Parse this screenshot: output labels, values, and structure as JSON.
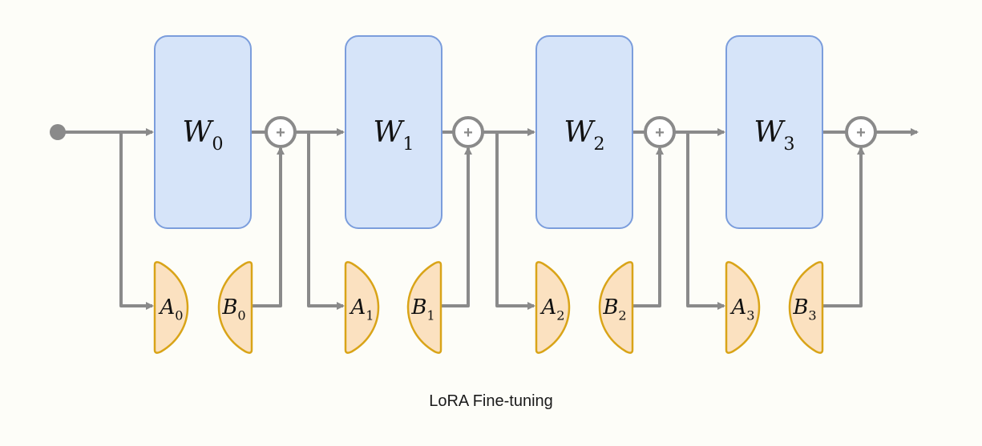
{
  "caption": "LoRA Fine-tuning",
  "colors": {
    "line": "#8a8a8a",
    "weight_fill": "#d6e4f9",
    "weight_stroke": "#7b9ddc",
    "adapter_fill": "#fbe1c0",
    "adapter_stroke": "#d9a418",
    "background": "#fdfdf8"
  },
  "blocks": [
    {
      "weight": {
        "base": "W",
        "sub": "0"
      },
      "adapter_a": {
        "base": "A",
        "sub": "0"
      },
      "adapter_b": {
        "base": "B",
        "sub": "0"
      },
      "sum_symbol": "+"
    },
    {
      "weight": {
        "base": "W",
        "sub": "1"
      },
      "adapter_a": {
        "base": "A",
        "sub": "1"
      },
      "adapter_b": {
        "base": "B",
        "sub": "1"
      },
      "sum_symbol": "+"
    },
    {
      "weight": {
        "base": "W",
        "sub": "2"
      },
      "adapter_a": {
        "base": "A",
        "sub": "2"
      },
      "adapter_b": {
        "base": "B",
        "sub": "2"
      },
      "sum_symbol": "+"
    },
    {
      "weight": {
        "base": "W",
        "sub": "3"
      },
      "adapter_a": {
        "base": "A",
        "sub": "3"
      },
      "adapter_b": {
        "base": "B",
        "sub": "3"
      },
      "sum_symbol": "+"
    }
  ]
}
